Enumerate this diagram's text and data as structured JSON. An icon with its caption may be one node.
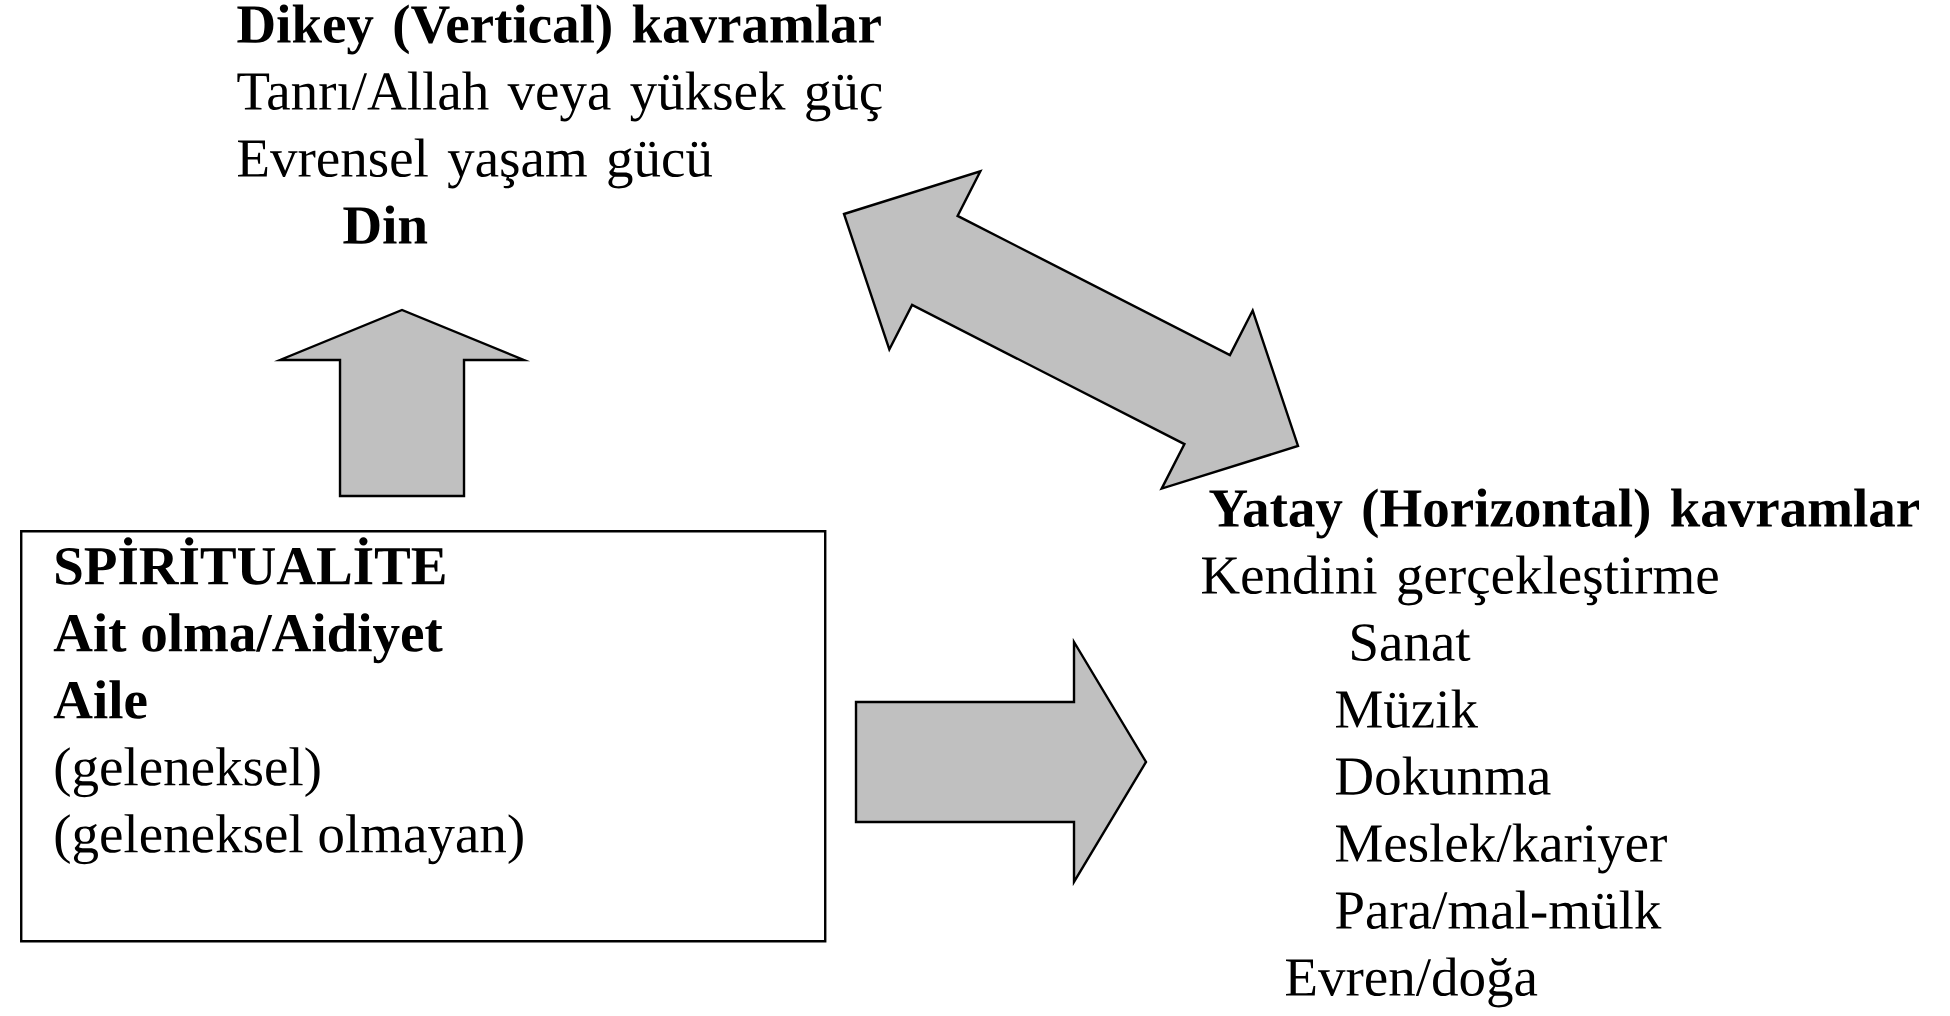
{
  "diagram": {
    "nodes": [
      {
        "text": [
          "Dikey (Vertical) kavramlar",
          "Tanrı/Allah veya yüksek güç",
          "Evrensel yaşam gücü",
          "Din"
        ]
      },
      {
        "text": [
          "SPİRİTUALİTE",
          "Ait olma/Aidiyet",
          "Aile",
          "(geleneksel)",
          "(geleneksel olmayan)"
        ]
      },
      {
        "text": [
          "Yatay (Horizontal) kavramlar",
          "Kendini gerçekleştirme",
          "Sanat",
          "Müzik",
          "Dokunma",
          "Meslek/kariyer",
          "Para/mal-mülk",
          "Evren/doğa"
        ]
      }
    ],
    "edges": [
      {
        "from": 1,
        "to": 0,
        "arrow": "to"
      },
      {
        "from": 0,
        "to": 2,
        "arrow": "both"
      },
      {
        "from": 1,
        "to": 2,
        "arrow": "to"
      }
    ]
  }
}
